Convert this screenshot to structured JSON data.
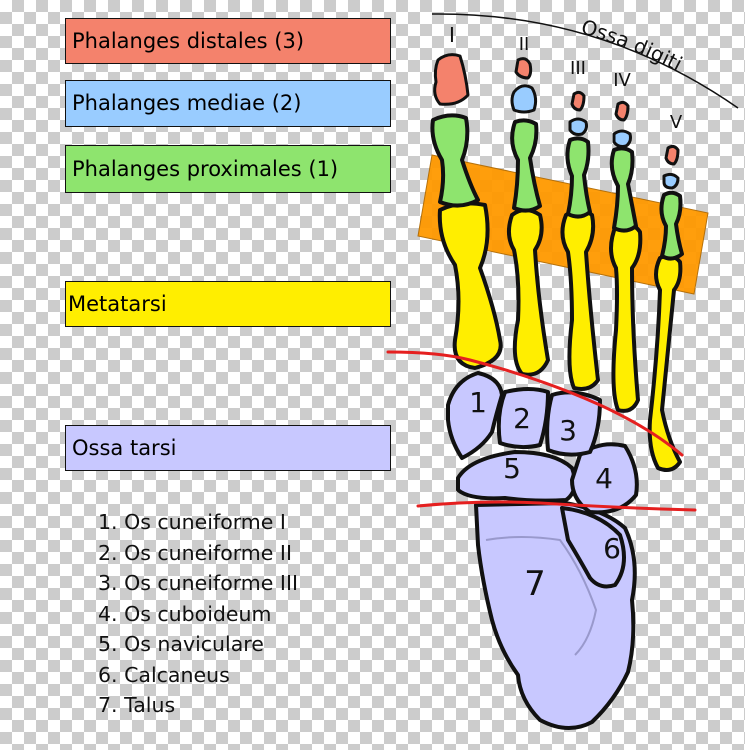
{
  "colors": {
    "distal": "#f4826c",
    "medial": "#99ccff",
    "proximal": "#8ee46e",
    "metatarsal": "#ffee00",
    "tarsal": "#c8c8ff",
    "highlight": "#ff9900",
    "redline": "#e52020"
  },
  "legend": {
    "distal": "Phalanges distales (3)",
    "medial": "Phalanges mediae (2)",
    "proximal": "Phalanges proximales (1)",
    "metatarsi": "Metatarsi",
    "tarsi": "Ossa tarsi"
  },
  "bone_list": [
    "1. Os cuneiforme I",
    "2. Os cuneiforme II",
    "3. Os cuneiforme III",
    "4. Os cuboideum",
    "5. Os naviculare",
    "6. Calcaneus",
    "7. Talus"
  ],
  "diagram": {
    "arc_label": "Ossa digiti",
    "toes": [
      "I",
      "II",
      "III",
      "IV",
      "V"
    ],
    "tarsal_numbers": [
      "1",
      "2",
      "3",
      "4",
      "5",
      "6",
      "7"
    ]
  }
}
